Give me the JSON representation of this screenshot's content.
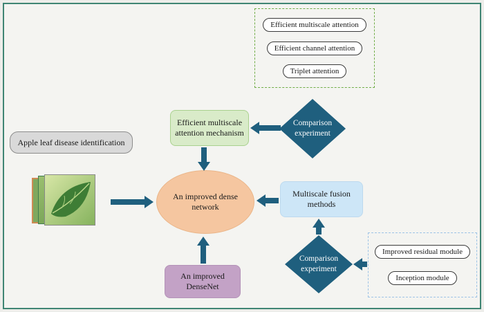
{
  "figure": {
    "frame_color": "#3f8573",
    "background_color": "#f4f4f1",
    "arrow_color": "#1f5f7e"
  },
  "attention_panel": {
    "border_color": "#70ad47",
    "items": [
      {
        "label": "Efficient multiscale attention"
      },
      {
        "label": "Efficient channel attention"
      },
      {
        "label": "Triplet attention"
      }
    ]
  },
  "module_panel": {
    "border_color": "#9dc3e6",
    "items": [
      {
        "label": "Improved residual module"
      },
      {
        "label": "Inception module"
      }
    ]
  },
  "nodes": {
    "comparison_top": {
      "label": "Comparison experiment",
      "color": "#1f5f7e"
    },
    "comparison_bottom": {
      "label": "Comparison experiment",
      "color": "#1f5f7e"
    },
    "ema_mechanism": {
      "label": "Efficient multiscale attention mechanism",
      "color": "#d9ebc9"
    },
    "task": {
      "label": "Apple leaf disease identification",
      "color": "#d9d9d9"
    },
    "center_network": {
      "label": "An improved dense network",
      "color": "#f5c6a0"
    },
    "fusion_methods": {
      "label": "Multiscale fusion methods",
      "color": "#cde6f7"
    },
    "improved_densenet": {
      "label": "An improved DenseNet",
      "color": "#c3a2c6"
    }
  },
  "icons": {
    "leaf_photos": "apple-leaf-photo-stack"
  }
}
